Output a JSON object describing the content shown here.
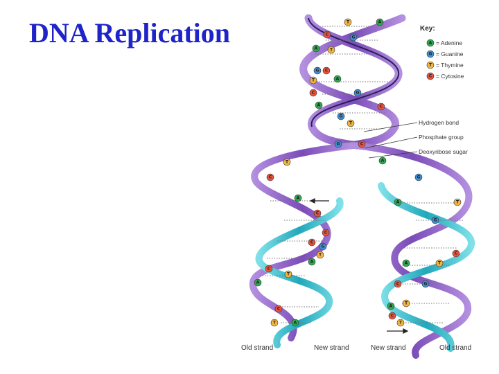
{
  "slide": {
    "title": "DNA Replication"
  },
  "key": {
    "title": "Key:",
    "items": [
      {
        "letter": "A",
        "label": "= Adenine",
        "color": "#2fa84f"
      },
      {
        "letter": "G",
        "label": "= Guanine",
        "color": "#3f8fd2"
      },
      {
        "letter": "T",
        "label": "= Thymine",
        "color": "#f2b440"
      },
      {
        "letter": "C",
        "label": "= Cytosine",
        "color": "#e5533c"
      }
    ]
  },
  "callouts": {
    "hydrogen_bond": "Hydrogen bond",
    "phosphate_group": "Phosphate group",
    "deoxyribose_sugar": "Deoxyribose sugar"
  },
  "strands": {
    "old_left": "Old strand",
    "new_left": "New strand",
    "new_right": "New strand",
    "old_right": "Old strand"
  },
  "colors": {
    "title": "#1f24c8",
    "old_strand": "#8a5cc4",
    "new_strand": "#2fb8c8",
    "backbone_dark": "#2a1d5c"
  }
}
